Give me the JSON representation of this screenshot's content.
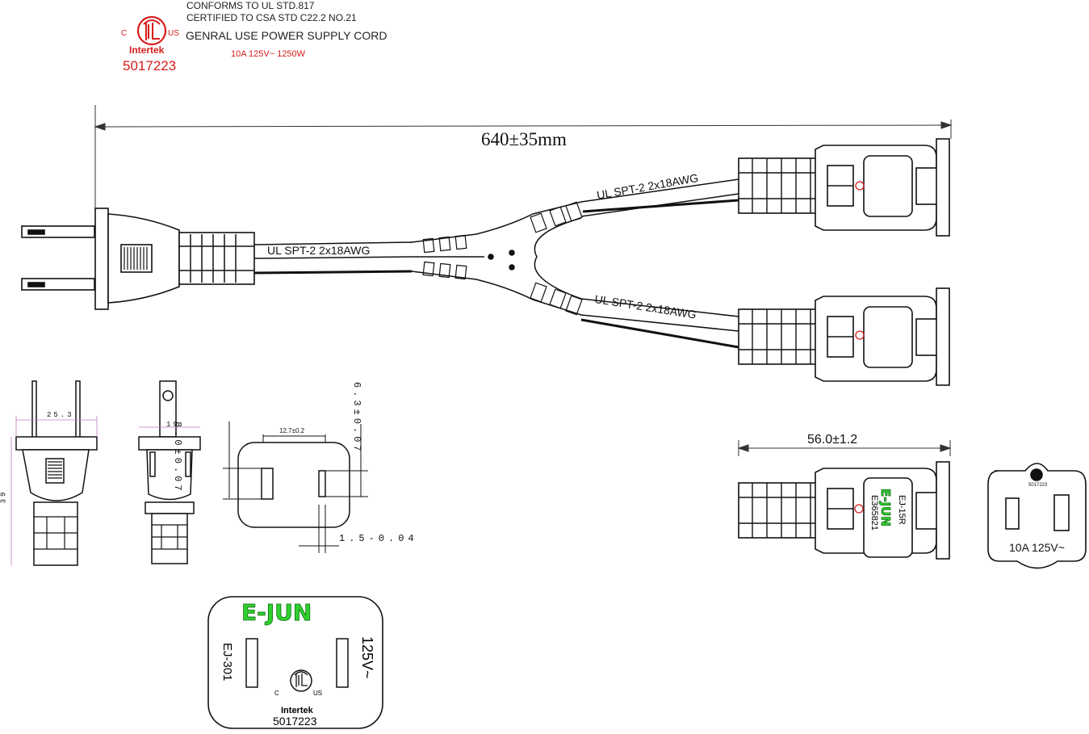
{
  "certification": {
    "mark": "ETL",
    "c_label": "C",
    "us_label": "US",
    "lab_name": "Intertek",
    "cert_number": "5017223"
  },
  "header": {
    "line1": "CONFORMS TO UL STD.817",
    "line2": "CERTIFIED TO CSA STD C22.2 NO.21",
    "title": "GENRAL USE POWER SUPPLY CORD",
    "rating": "10A  125V~  1250W"
  },
  "cord": {
    "length_label": "640±35mm",
    "main_cable_label": "UL SPT-2  2x18AWG",
    "branch_top_label": "UL SPT-2  2x18AWG",
    "branch_bottom_label": "UL SPT-2  2x18AWG"
  },
  "plug_views": {
    "width_dim": "25.3",
    "length_dim": "39",
    "side_dim": "19",
    "blade_spacing": "12.7±0.2",
    "blade_height_left": "8.0±0.07",
    "blade_height_right": "6.3±0.07",
    "blade_thickness": "1.5-0.04"
  },
  "socket_views": {
    "length_dim": "56.0±1.2",
    "model": "EJ-15R",
    "listing": "E365821",
    "brand": "E-JUN",
    "face_cert": "5017223",
    "face_rating": "10A 125V~"
  },
  "plug_face": {
    "brand": "E-JUN",
    "model": "EJ-301",
    "voltage": "125V~",
    "c_label": "C",
    "us_label": "US",
    "lab_name": "Intertek",
    "cert_number": "5017223"
  },
  "colors": {
    "cert_red": "#d61c1c",
    "brand_green": "#2fd02f",
    "line": "#111111",
    "dim_line": "#333333",
    "socket_dot": "#d62020"
  }
}
